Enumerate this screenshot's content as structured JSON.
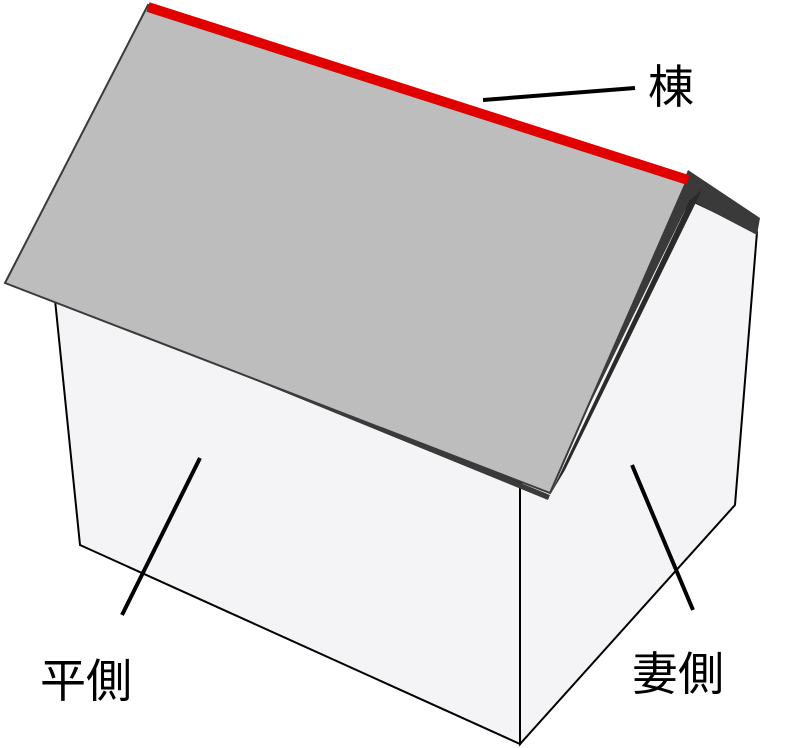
{
  "labels": {
    "ridge": "棟",
    "eaves_side": "平側",
    "gable_side": "妻側"
  },
  "colors": {
    "ridge_line": "#e00000",
    "roof_top": "#bdbdbd",
    "roof_edge": "#3a3a3a",
    "wall": "#f4f4f6",
    "outline": "#000000",
    "leader_line": "#000000"
  }
}
